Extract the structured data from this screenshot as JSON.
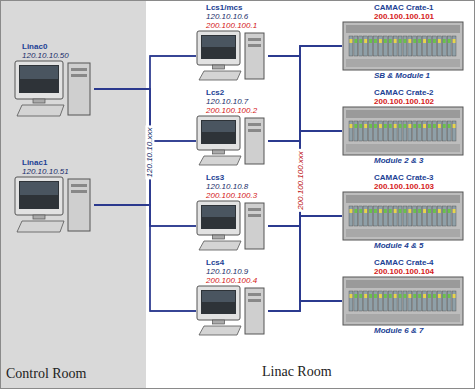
{
  "diagram": {
    "nodes": [
      {
        "text": [
          "Linac0",
          "120.10.10.50"
        ]
      },
      {
        "text": [
          "Linac1",
          "120.10.10.51"
        ]
      },
      {
        "text": [
          "Lcs1/mcs",
          "120.10.10.6",
          "200.100.100.1"
        ]
      },
      {
        "text": [
          "Lcs2",
          "120.10.10.7",
          "200.100.100.2"
        ]
      },
      {
        "text": [
          "Lcs3",
          "120.10.10.8",
          "200.100.100.3"
        ]
      },
      {
        "text": [
          "Lcs4",
          "120.10.10.9",
          "200.100.100.4"
        ]
      },
      {
        "text": [
          "CAMAC Crate-1",
          "200.100.100.101",
          "SB & Module 1"
        ]
      },
      {
        "text": [
          "CAMAC Crate-2",
          "200.100.100.102",
          "Module 2 & 3"
        ]
      },
      {
        "text": [
          "CAMAC Crate-3",
          "200.100.100.103",
          "Module 4 & 5"
        ]
      },
      {
        "text": [
          "CAMAC Crate-4",
          "200.100.100.104",
          "Module 6 & 7"
        ]
      }
    ],
    "edges": [
      {
        "from": 0,
        "to": 2,
        "arrow": "none"
      },
      {
        "from": 0,
        "to": 3,
        "arrow": "none"
      },
      {
        "from": 0,
        "to": 4,
        "arrow": "none"
      },
      {
        "from": 0,
        "to": 5,
        "arrow": "none"
      },
      {
        "from": 1,
        "to": 2,
        "arrow": "none"
      },
      {
        "from": 1,
        "to": 3,
        "arrow": "none"
      },
      {
        "from": 1,
        "to": 4,
        "arrow": "none"
      },
      {
        "from": 1,
        "to": 5,
        "arrow": "none"
      },
      {
        "from": 2,
        "to": 6,
        "arrow": "none"
      },
      {
        "from": 2,
        "to": 7,
        "arrow": "none"
      },
      {
        "from": 2,
        "to": 8,
        "arrow": "none"
      },
      {
        "from": 2,
        "to": 9,
        "arrow": "none"
      },
      {
        "from": 3,
        "to": 6,
        "arrow": "none"
      },
      {
        "from": 3,
        "to": 7,
        "arrow": "none"
      },
      {
        "from": 3,
        "to": 8,
        "arrow": "none"
      },
      {
        "from": 3,
        "to": 9,
        "arrow": "none"
      },
      {
        "from": 4,
        "to": 6,
        "arrow": "none"
      },
      {
        "from": 4,
        "to": 7,
        "arrow": "none"
      },
      {
        "from": 4,
        "to": 8,
        "arrow": "none"
      },
      {
        "from": 4,
        "to": 9,
        "arrow": "none"
      },
      {
        "from": 5,
        "to": 6,
        "arrow": "none"
      },
      {
        "from": 5,
        "to": 7,
        "arrow": "none"
      },
      {
        "from": 5,
        "to": 8,
        "arrow": "none"
      },
      {
        "from": 5,
        "to": 9,
        "arrow": "none"
      }
    ],
    "labels": [
      "120.10.10.xxx",
      "200.100.100.xxx",
      "Control Room",
      "Linac Room"
    ]
  }
}
